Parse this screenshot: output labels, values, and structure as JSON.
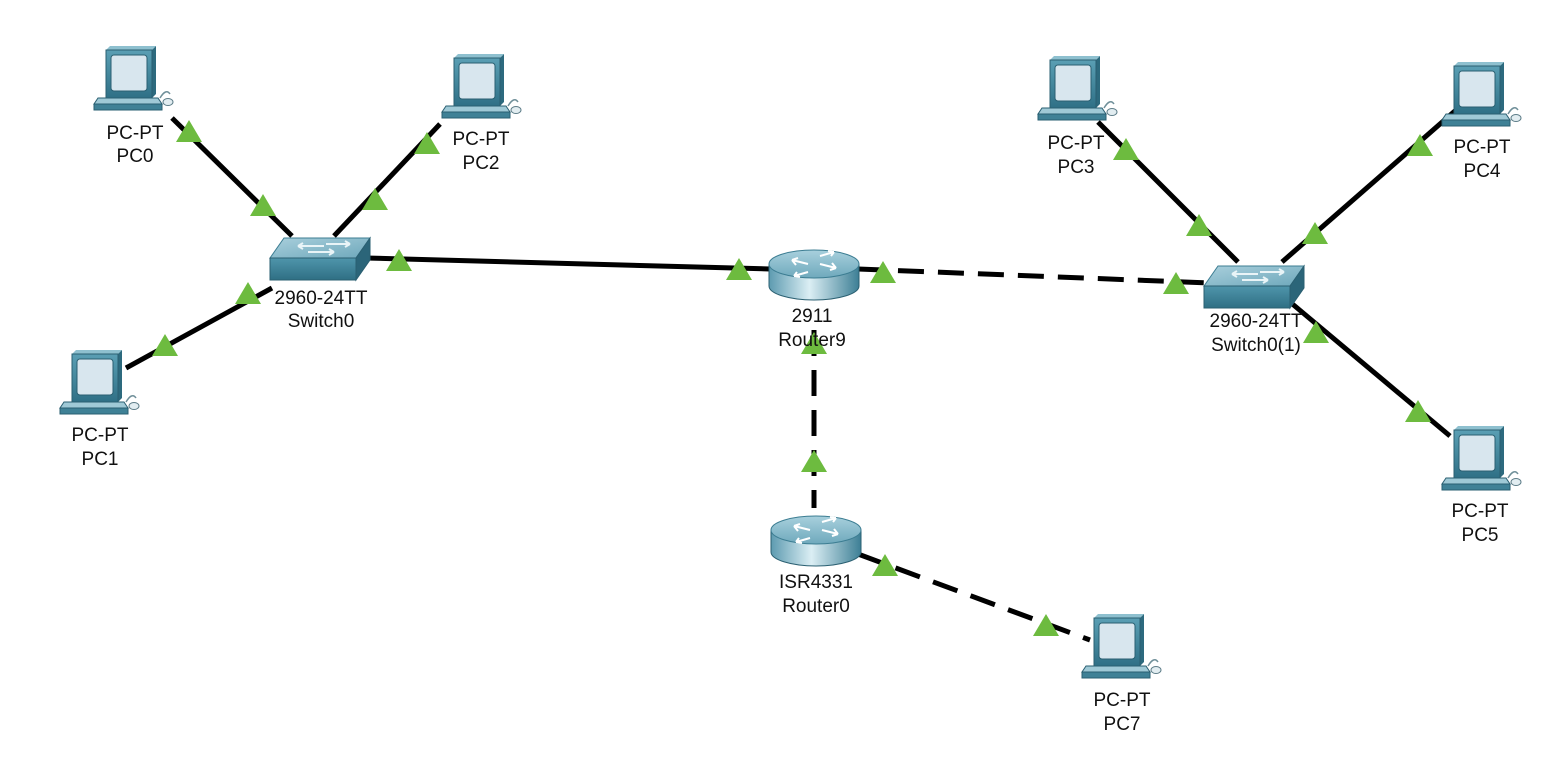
{
  "devices": {
    "pc0": {
      "model": "PC-PT",
      "name": "PC0",
      "icon": "pc-icon"
    },
    "pc1": {
      "model": "PC-PT",
      "name": "PC1",
      "icon": "pc-icon"
    },
    "pc2": {
      "model": "PC-PT",
      "name": "PC2",
      "icon": "pc-icon"
    },
    "pc3": {
      "model": "PC-PT",
      "name": "PC3",
      "icon": "pc-icon"
    },
    "pc4": {
      "model": "PC-PT",
      "name": "PC4",
      "icon": "pc-icon"
    },
    "pc5": {
      "model": "PC-PT",
      "name": "PC5",
      "icon": "pc-icon"
    },
    "pc7": {
      "model": "PC-PT",
      "name": "PC7",
      "icon": "pc-icon"
    },
    "switch0": {
      "model": "2960-24TT",
      "name": "Switch0",
      "icon": "switch-icon"
    },
    "switch0_1": {
      "model": "2960-24TT",
      "name": "Switch0(1)",
      "icon": "switch-icon"
    },
    "router9": {
      "model": "2911",
      "name": "Router9",
      "icon": "router-icon"
    },
    "router0": {
      "model": "ISR4331",
      "name": "Router0",
      "icon": "router-icon"
    }
  },
  "links": [
    {
      "from": "pc0",
      "to": "switch0",
      "style": "solid"
    },
    {
      "from": "pc2",
      "to": "switch0",
      "style": "solid"
    },
    {
      "from": "pc1",
      "to": "switch0",
      "style": "solid"
    },
    {
      "from": "switch0",
      "to": "router9",
      "style": "solid"
    },
    {
      "from": "router9",
      "to": "switch0_1",
      "style": "dashed"
    },
    {
      "from": "router9",
      "to": "router0",
      "style": "dashed"
    },
    {
      "from": "router0",
      "to": "pc7",
      "style": "dashed"
    },
    {
      "from": "pc3",
      "to": "switch0_1",
      "style": "solid"
    },
    {
      "from": "pc4",
      "to": "switch0_1",
      "style": "solid"
    },
    {
      "from": "pc5",
      "to": "switch0_1",
      "style": "solid"
    }
  ],
  "colors": {
    "link_up_indicator": "#6dbb3f",
    "device_body": "#4a8fa3",
    "pc_screen": "#d8e6ee",
    "link": "#000000"
  }
}
